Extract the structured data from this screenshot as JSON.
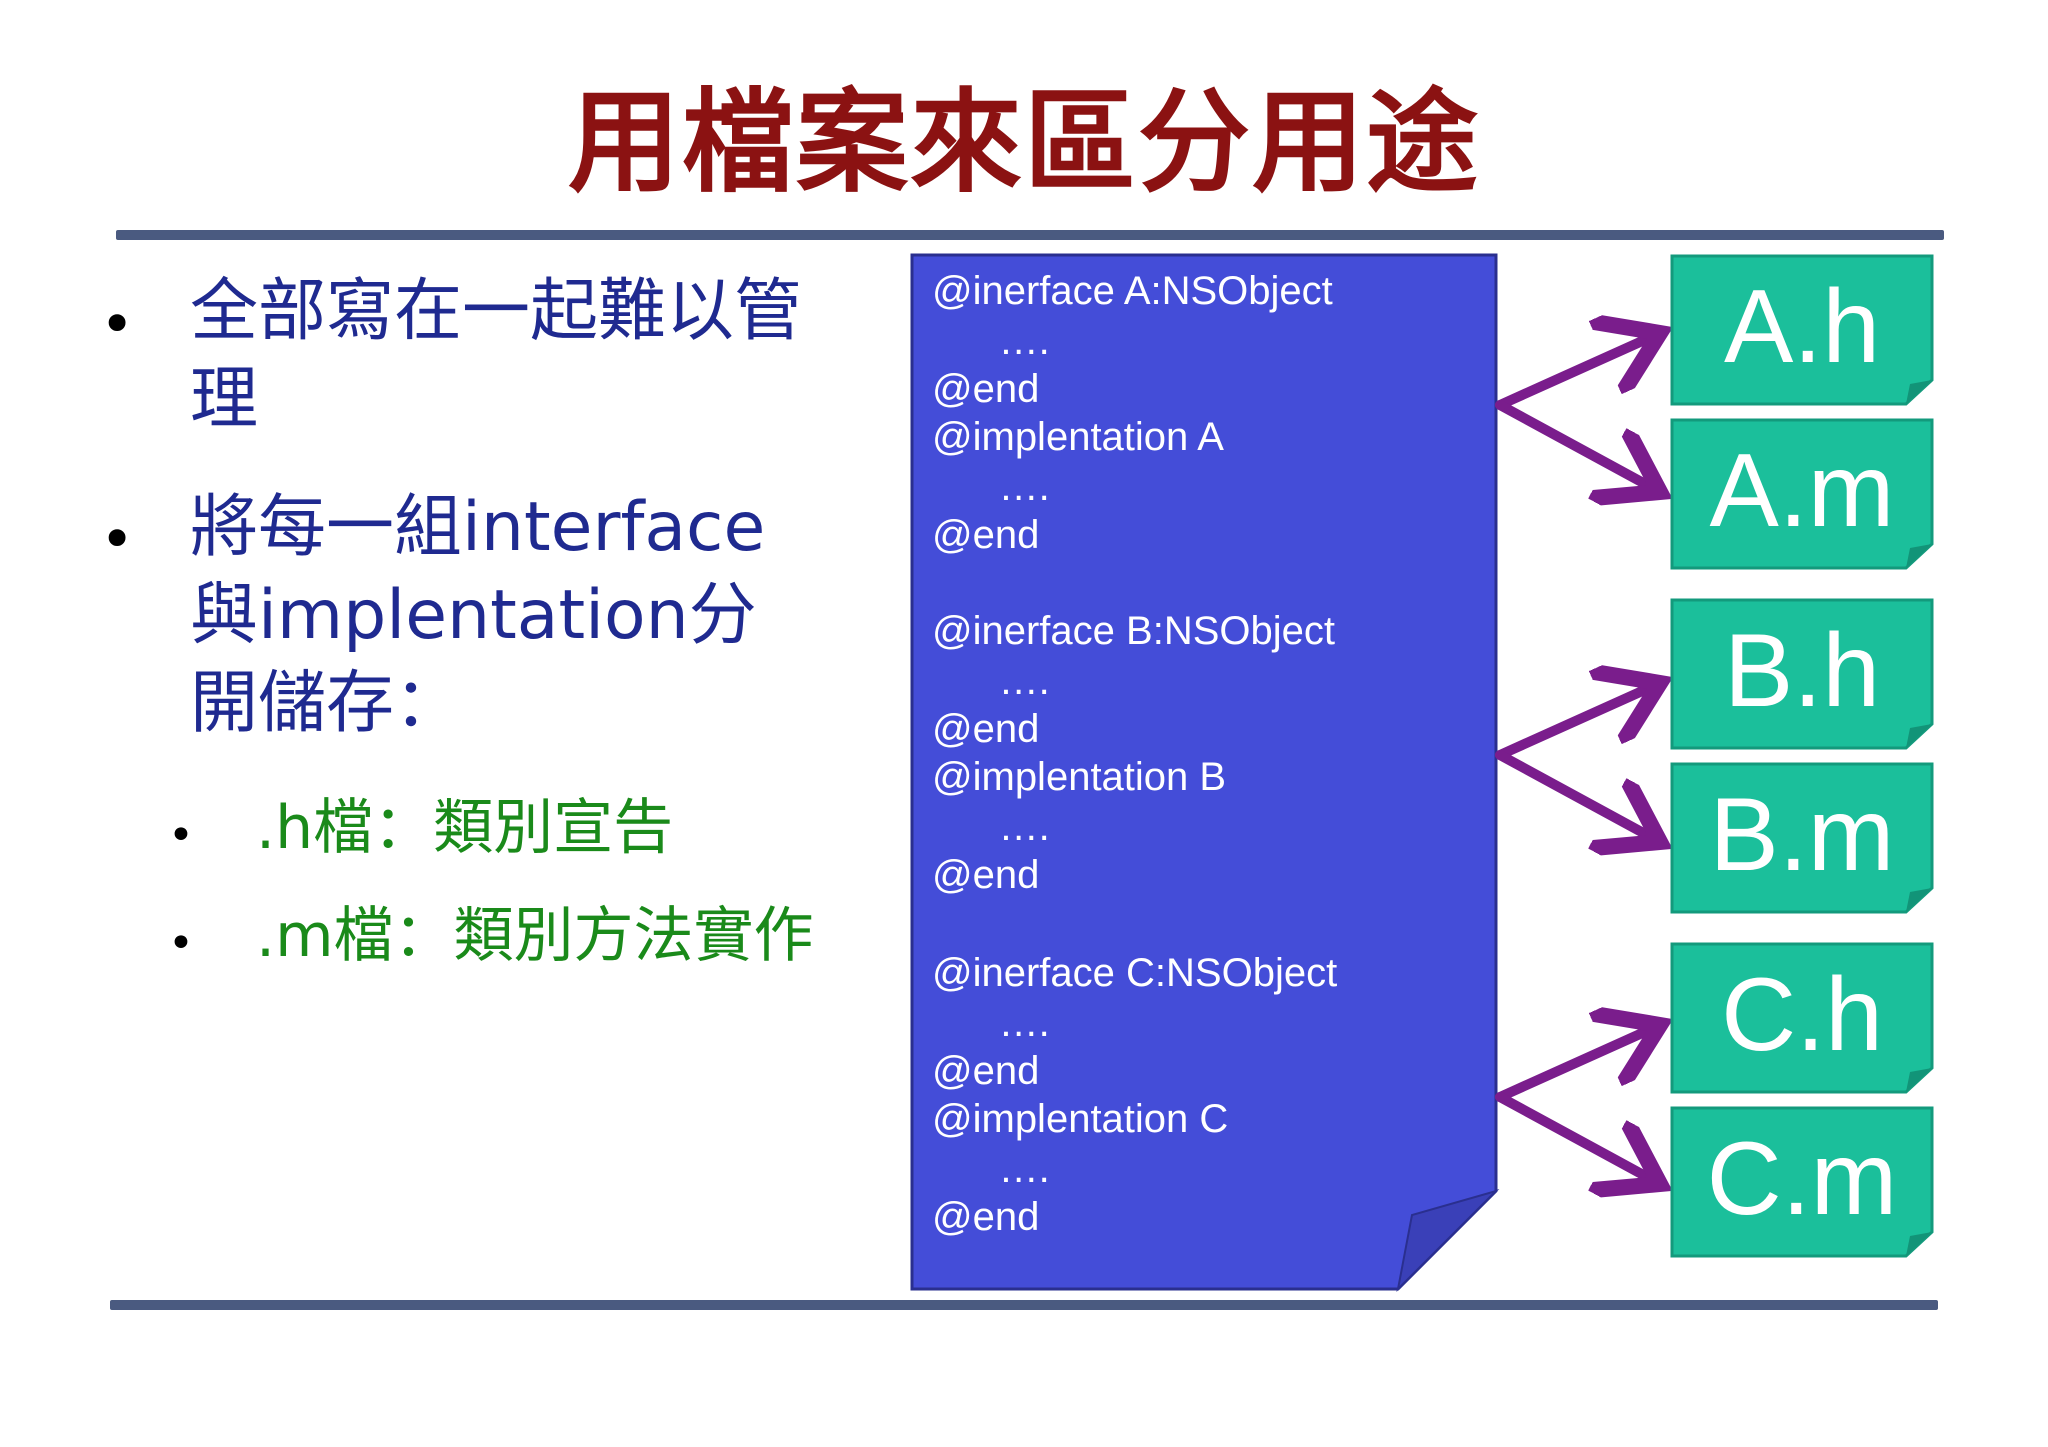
{
  "title": "用檔案來區分用途",
  "bullets": [
    {
      "text": "全部寫在一起難以管理"
    },
    {
      "text": "將每一組interface與implentation分開儲存："
    }
  ],
  "sub_bullets": [
    {
      "text": ".h檔：類別宣告"
    },
    {
      "text": ".m檔：類別方法實作"
    }
  ],
  "code_blocks": [
    {
      "lines": [
        "@inerface A:NSObject",
        "      ….",
        "@end",
        "@implentation A",
        "      ….",
        "@end"
      ]
    },
    {
      "lines": [
        "@inerface B:NSObject",
        "      ….",
        "@end",
        "@implentation B",
        "      ….",
        "@end"
      ]
    },
    {
      "lines": [
        "@inerface C:NSObject",
        "      ….",
        "@end",
        "@implentation C",
        "      ….",
        "@end"
      ]
    }
  ],
  "files": [
    "A.h",
    "A.m",
    "B.h",
    "B.m",
    "C.h",
    "C.m"
  ],
  "colors": {
    "title": "#8b1212",
    "bullet_text": "#1f2a90",
    "sub_bullet_text": "#1a8a1a",
    "doc_fill": "#444dd8",
    "file_fill": "#1bbf9b",
    "arrow": "#7a1d8c",
    "rule": "#4a5a80"
  }
}
